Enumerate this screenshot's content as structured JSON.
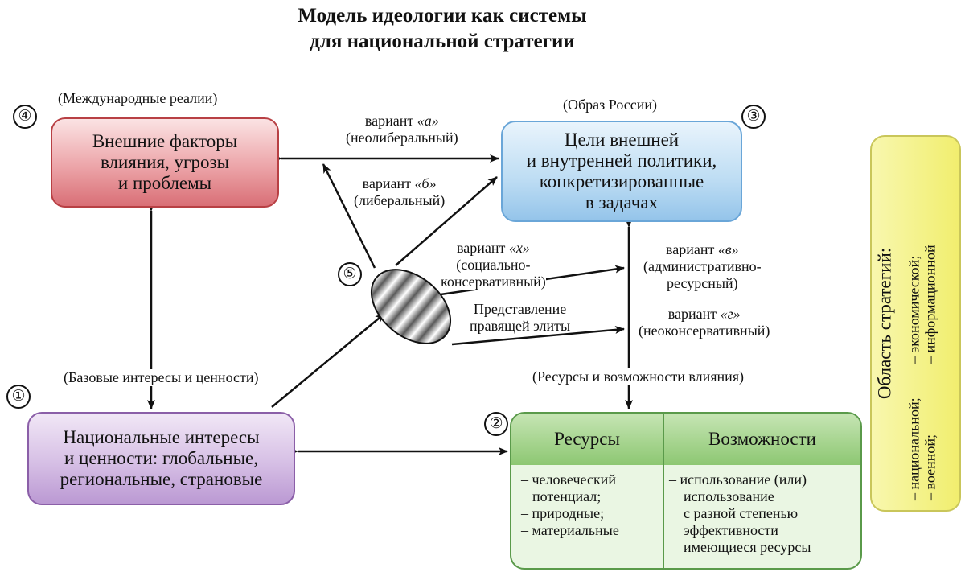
{
  "title": {
    "line1": "Модель идеологии как системы",
    "line2": "для национальной стратегии"
  },
  "captions": {
    "international": "(Международные реалии)",
    "russia_image": "(Образ России)",
    "base_interests": "(Базовые интересы и ценности)",
    "resources_influence": "(Ресурсы и возможности влияния)"
  },
  "numbers": [
    "④",
    "③",
    "⑤",
    "①",
    "②"
  ],
  "boxes": {
    "external": [
      "Внешние факторы",
      "влияния, угрозы",
      "и проблемы"
    ],
    "goals": [
      "Цели внешней",
      "и внутренней политики,",
      "конкретизированные",
      "в задачах"
    ],
    "national": [
      "Национальные интересы",
      "и ценности: глобальные,",
      "региональные, страновые"
    ]
  },
  "resources": {
    "left_title": "Ресурсы",
    "right_title": "Возможности",
    "left_items": [
      "– человеческий",
      "потенциал;",
      "– природные;",
      "– материальные"
    ],
    "right_items": [
      "– использование (или)",
      "использование",
      "с разной степенью",
      "эффективности",
      "имеющиеся ресурсы"
    ]
  },
  "variants": {
    "a": {
      "prefix": "вариант ",
      "letter": "«а»",
      "desc": "(неолиберальный)"
    },
    "b": {
      "prefix": "вариант ",
      "letter": "«б»",
      "desc": "(либеральный)"
    },
    "x": {
      "prefix": "вариант ",
      "letter": "«х»",
      "desc1": "(социально-",
      "desc2": "консервативный)"
    },
    "v": {
      "prefix": "вариант ",
      "letter": "«в»",
      "desc1": "(административно-",
      "desc2": "ресурсный)"
    },
    "g": {
      "prefix": "вариант ",
      "letter": "«г»",
      "desc": "(неоконсервативный)"
    }
  },
  "elite": [
    "Представление",
    "правящей элиты"
  ],
  "strategies": {
    "title": "Область стратегий:",
    "col1": [
      "– национальной;",
      "– военной;"
    ],
    "col2": [
      "– экономической;",
      "– информационной"
    ]
  }
}
